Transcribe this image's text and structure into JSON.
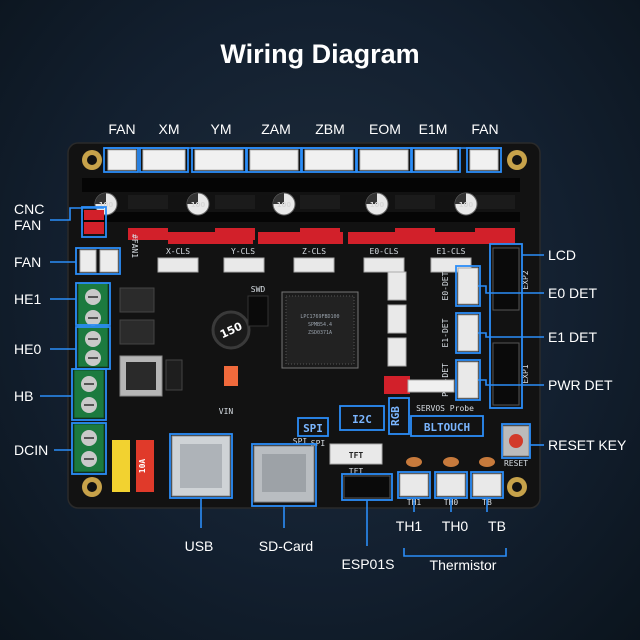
{
  "title": "Wiring Diagram",
  "top_labels": [
    "FAN",
    "XM",
    "YM",
    "ZAM",
    "ZBM",
    "EOM",
    "E1M",
    "FAN"
  ],
  "left_labels": {
    "cnc_fan_line1": "CNC",
    "cnc_fan_line2": "FAN",
    "fan": "FAN",
    "he1": "HE1",
    "he0": "HE0",
    "hb": "HB",
    "dcin": "DCIN"
  },
  "right_labels": {
    "lcd": "LCD",
    "e0_det": "E0 DET",
    "e1_det": "E1 DET",
    "pwr_det": "PWR DET",
    "reset_key": "RESET KEY"
  },
  "bottom_labels": {
    "usb": "USB",
    "sd_card": "SD-Card",
    "esp01s": "ESP01S",
    "th1": "TH1",
    "th0": "TH0",
    "tb": "TB",
    "thermistor": "Thermistor"
  },
  "board_silkscreen": {
    "spi": "SPI",
    "i2c": "I2C",
    "rgb": "RGB",
    "bltouch": "BLTOUCH",
    "tft": "TFT",
    "x_cls": "X-CLS",
    "y_cls": "Y-CLS",
    "z_cls": "Z-CLS",
    "e0_cls": "E0-CLS",
    "e1_cls": "E1-CLS",
    "exp1": "EXP1",
    "exp2": "EXP2",
    "reset": "RESET",
    "servos_probe": "SERVOS Probe",
    "swd": "SWD",
    "fan1": "#FAN1",
    "e0_det_silk": "E0-DET",
    "e1_det_silk": "E1-DET",
    "pwr_det_silk": "PWR-DET",
    "th1": "TH1",
    "th0": "TH0",
    "tb": "TB",
    "inductor": "150",
    "cap_value": "100",
    "fuse": "10A",
    "mcu_line1": "LPC1769FBD100",
    "mcu_line2": "SPMB54.4",
    "mcu_line3": "ZSD0371A",
    "spi_small": "SPI",
    "tft_small": "TFT",
    "vin": "VIN"
  },
  "colors": {
    "accent": "#2b8df7",
    "pcb": "#141414",
    "header_red": "#d2202a",
    "title_text": "#ffffff"
  }
}
